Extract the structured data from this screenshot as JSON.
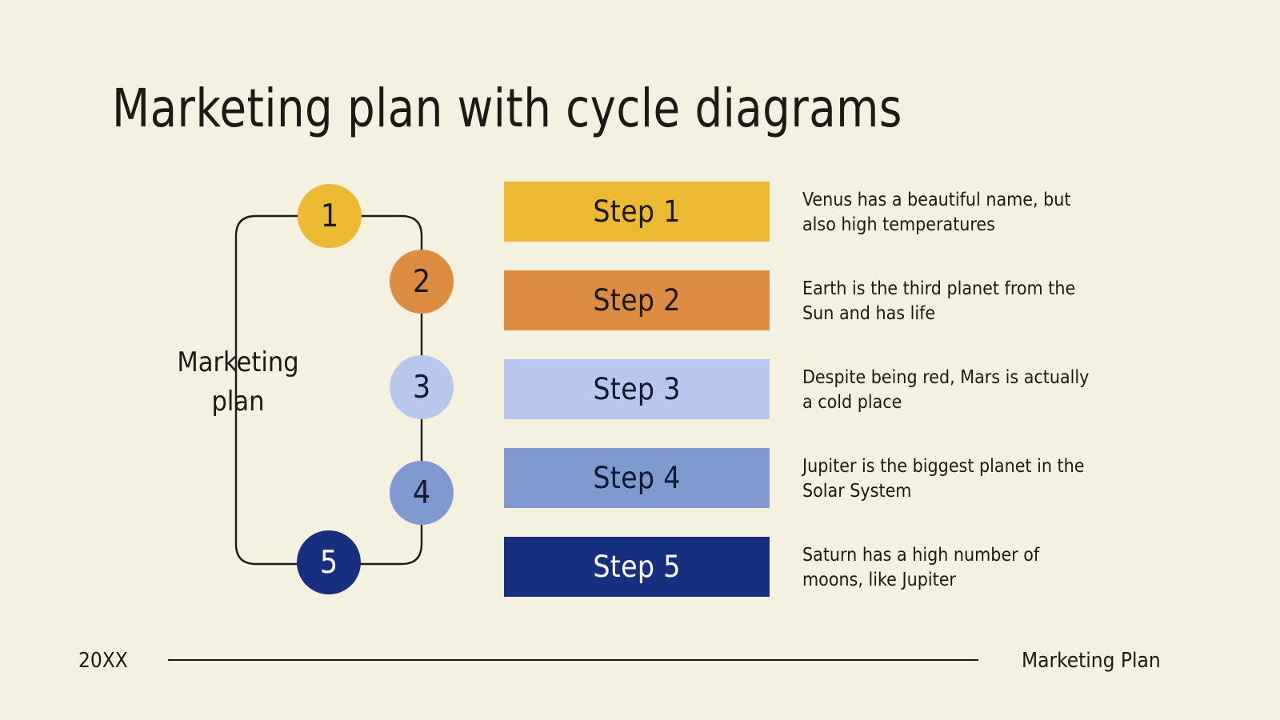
{
  "slide": {
    "title": "Marketing plan with cycle diagrams",
    "background_color": "#f4f1e1",
    "text_color": "#1b1a15"
  },
  "cycle_diagram": {
    "center_label_line1": "Marketing",
    "center_label_line2": "plan",
    "path_color": "#1b1a15",
    "nodes": [
      {
        "number": "1",
        "color": "#ecb933",
        "text_color": "#1b1a15"
      },
      {
        "number": "2",
        "color": "#dd8c43",
        "text_color": "#1b1a15"
      },
      {
        "number": "3",
        "color": "#b8c8ec",
        "text_color": "#111a33"
      },
      {
        "number": "4",
        "color": "#8099ce",
        "text_color": "#111a33"
      },
      {
        "number": "5",
        "color": "#16307f",
        "text_color": "#ffffff"
      }
    ]
  },
  "steps": [
    {
      "label": "Step 1",
      "color": "#ecb933",
      "label_color": "#1b1a15",
      "description": "Venus has a beautiful name, but also high temperatures"
    },
    {
      "label": "Step 2",
      "color": "#dd8c43",
      "label_color": "#1b1a15",
      "description": "Earth is the third planet from the Sun and has life"
    },
    {
      "label": "Step 3",
      "color": "#b8c8ec",
      "label_color": "#111a33",
      "description": "Despite being red, Mars is actually a cold place"
    },
    {
      "label": "Step 4",
      "color": "#8099ce",
      "label_color": "#111a33",
      "description": "Jupiter is the biggest planet in the Solar System"
    },
    {
      "label": "Step 5",
      "color": "#16307f",
      "label_color": "#ffffff",
      "description": "Saturn has a high number of moons, like Jupiter"
    }
  ],
  "footer": {
    "year": "20XX",
    "deck_name": "Marketing Plan"
  }
}
